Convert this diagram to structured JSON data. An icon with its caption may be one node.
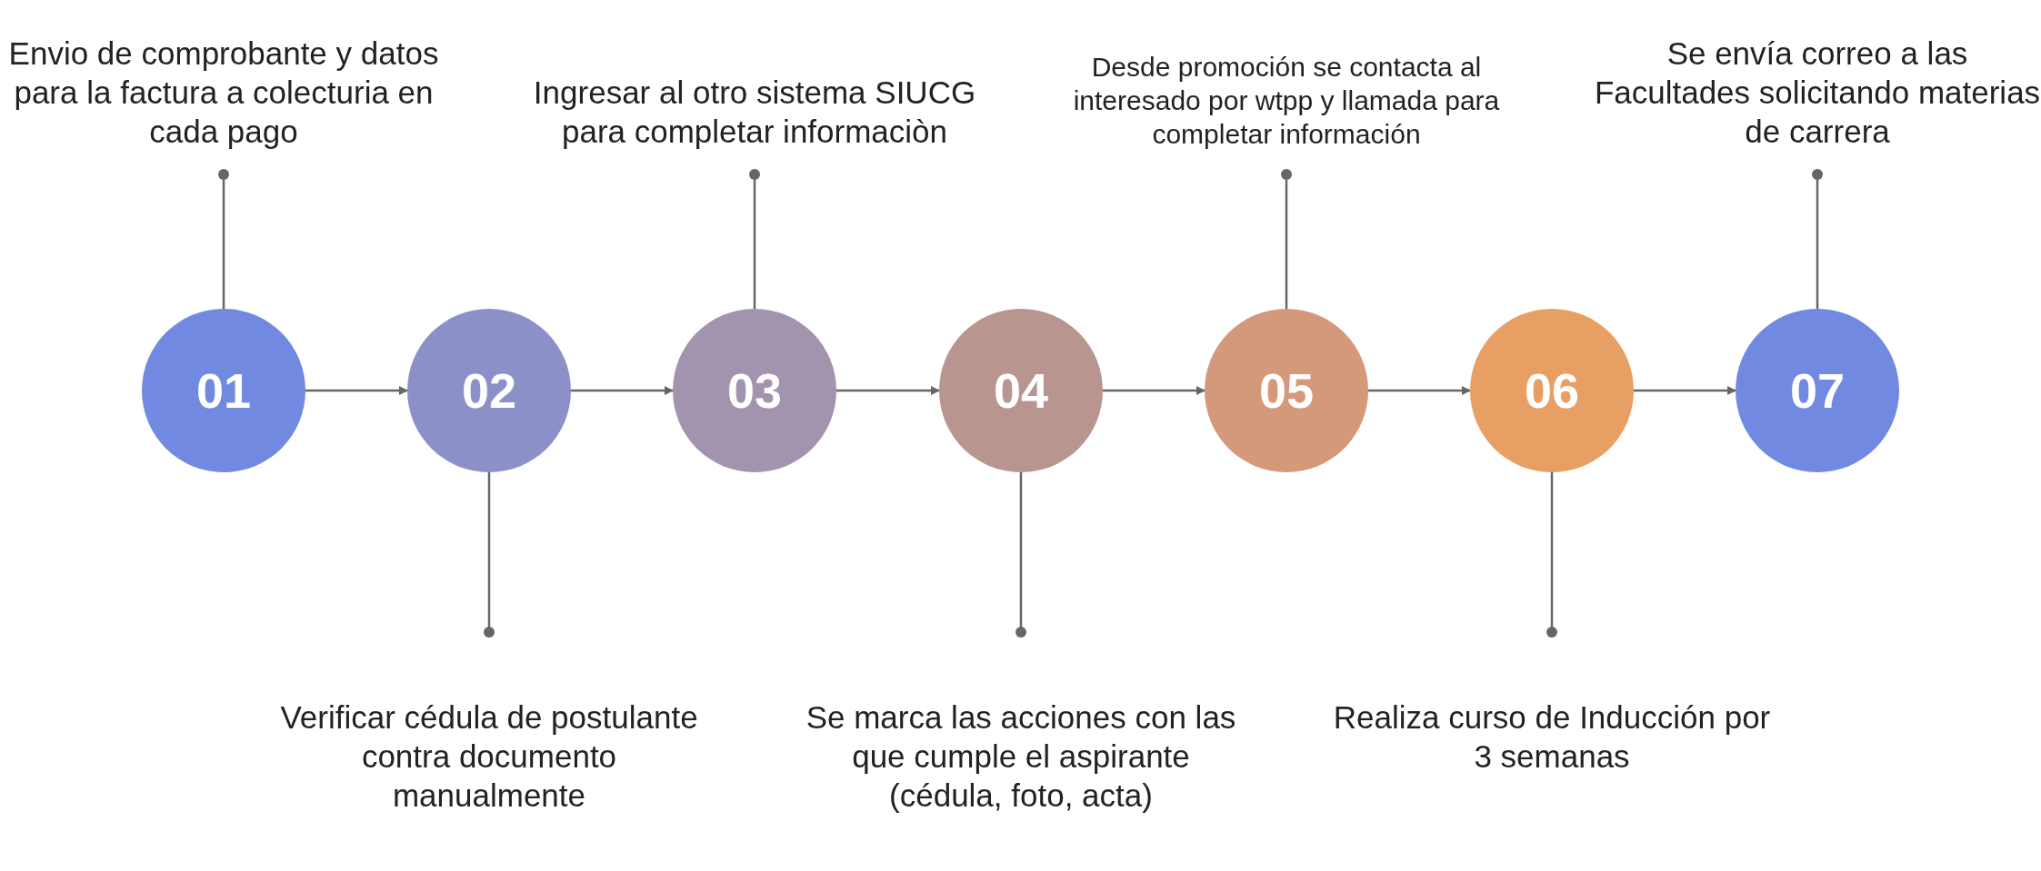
{
  "diagram": {
    "nodes": [
      {
        "text": [
          "01"
        ]
      },
      {
        "text": [
          "02"
        ]
      },
      {
        "text": [
          "03"
        ]
      },
      {
        "text": [
          "04"
        ]
      },
      {
        "text": [
          "05"
        ]
      },
      {
        "text": [
          "06"
        ]
      },
      {
        "text": [
          "07"
        ]
      },
      {
        "text": [
          "Envio de comprobante y datos para la factura a colecturia en cada pago"
        ]
      },
      {
        "text": [
          "Verificar cédula de postulante contra documento manualmente"
        ]
      },
      {
        "text": [
          "Ingresar al otro sistema SIUCG para completar informaciòn"
        ]
      },
      {
        "text": [
          "Se marca las acciones con las que cumple el aspirante (cédula, foto, acta)"
        ]
      },
      {
        "text": [
          "Desde promoción se contacta al interesado por wtpp y llamada para completar información"
        ]
      },
      {
        "text": [
          "Realiza curso de Inducción por 3 semanas"
        ]
      },
      {
        "text": [
          "Se envía correo a las Facultades solicitando materias de carrera"
        ]
      }
    ],
    "edges": [
      {
        "from": 0,
        "to": 1,
        "arrow": "to"
      },
      {
        "from": 1,
        "to": 2,
        "arrow": "to"
      },
      {
        "from": 2,
        "to": 3,
        "arrow": "to"
      },
      {
        "from": 3,
        "to": 4,
        "arrow": "to"
      },
      {
        "from": 4,
        "to": 5,
        "arrow": "to"
      },
      {
        "from": 5,
        "to": 6,
        "arrow": "to"
      },
      {
        "from": 7,
        "to": 0,
        "arrow": "other"
      },
      {
        "from": 8,
        "to": 1,
        "arrow": "other"
      },
      {
        "from": 9,
        "to": 2,
        "arrow": "other"
      },
      {
        "from": 10,
        "to": 3,
        "arrow": "other"
      },
      {
        "from": 11,
        "to": 4,
        "arrow": "other"
      },
      {
        "from": 12,
        "to": 5,
        "arrow": "other"
      },
      {
        "from": 13,
        "to": 6,
        "arrow": "other"
      }
    ]
  }
}
